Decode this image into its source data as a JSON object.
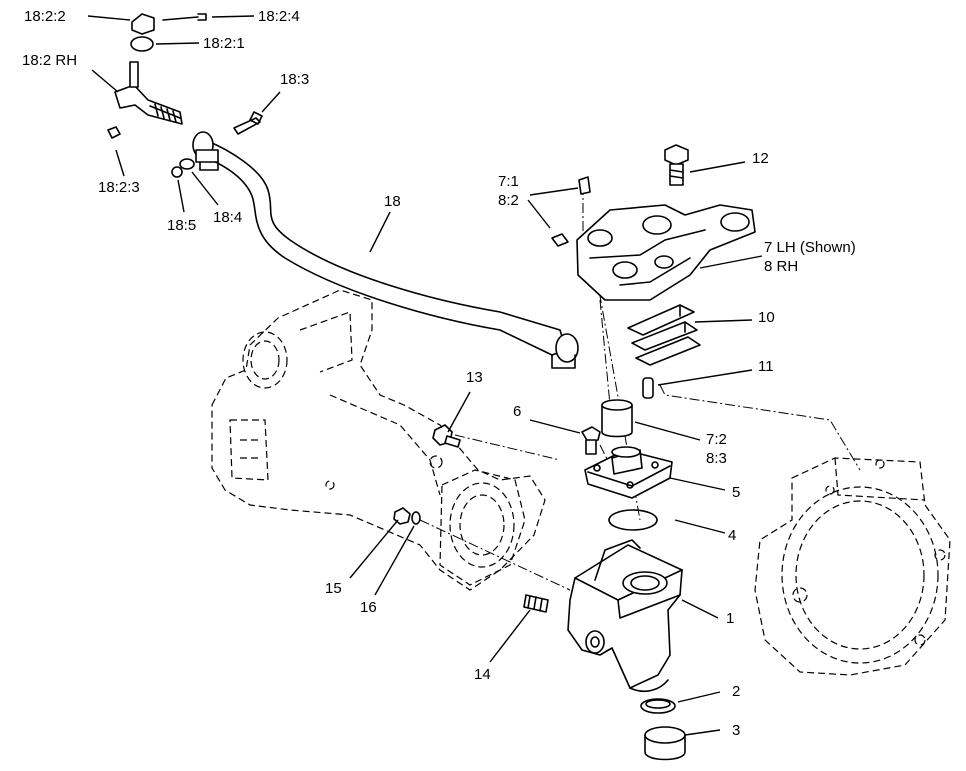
{
  "title": "",
  "labels": {
    "l_18_2_2": "18:2:2",
    "l_18_2_4": "18:2:4",
    "l_18_2_1": "18:2:1",
    "l_18_2_rh": "18:2 RH",
    "l_18_3": "18:3",
    "l_18_2_3": "18:2:3",
    "l_18_5": "18:5",
    "l_18_4": "18:4",
    "l_18": "18",
    "l_7_1": "7:1",
    "l_8_2": "8:2",
    "l_12": "12",
    "l_7lh": "7 LH (Shown)",
    "l_8rh": "8 RH",
    "l_10": "10",
    "l_11": "11",
    "l_13": "13",
    "l_6": "6",
    "l_7_2": "7:2",
    "l_8_3": "8:3",
    "l_5": "5",
    "l_4": "4",
    "l_1": "1",
    "l_15": "15",
    "l_16": "16",
    "l_14": "14",
    "l_2": "2",
    "l_3": "3"
  },
  "parts": {
    "tie_rod": "tie-rod",
    "tie_rod_end": "tie-rod-end",
    "castle_nut": "castle-nut",
    "cotter_pin": "cotter-pin",
    "boot": "dust-boot",
    "grease_fitting": "grease-fitting",
    "clamp_bolt": "clamp-bolt",
    "lock_nut": "lock-nut",
    "washer": "washer",
    "steering_arm": "steering-arm",
    "shims": "shims",
    "dowel_pin": "dowel-pin",
    "bushing": "bushing",
    "cap": "kingpin-cap",
    "o_ring": "o-ring",
    "spindle_housing": "spindle-housing",
    "seal": "seal",
    "bearing": "bearing",
    "stud": "stud",
    "axle_housing": "axle-housing",
    "hub_carrier": "hub-carrier"
  }
}
